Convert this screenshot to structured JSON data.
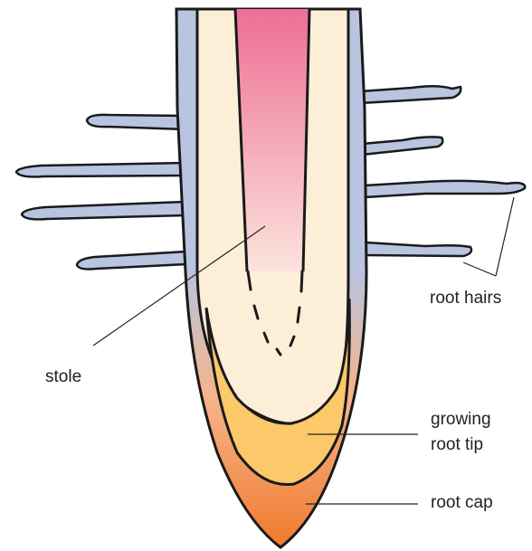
{
  "labels": {
    "stole": "stole",
    "root_hairs": "root hairs",
    "growing_line1": "growing",
    "growing_line2": "root tip",
    "root_cap": "root cap"
  },
  "colors": {
    "outline": "#1a1a1a",
    "root_hair_fill": "#b8c4e0",
    "cortex_fill": "#fdeed8",
    "stele_top": "#ee6f95",
    "stele_bottom": "#fbe3dc",
    "growing_tip_fill": "#fbc86a",
    "root_cap_top": "#f6b48c",
    "root_cap_bottom": "#f07a2c",
    "leader_line": "#222222"
  }
}
